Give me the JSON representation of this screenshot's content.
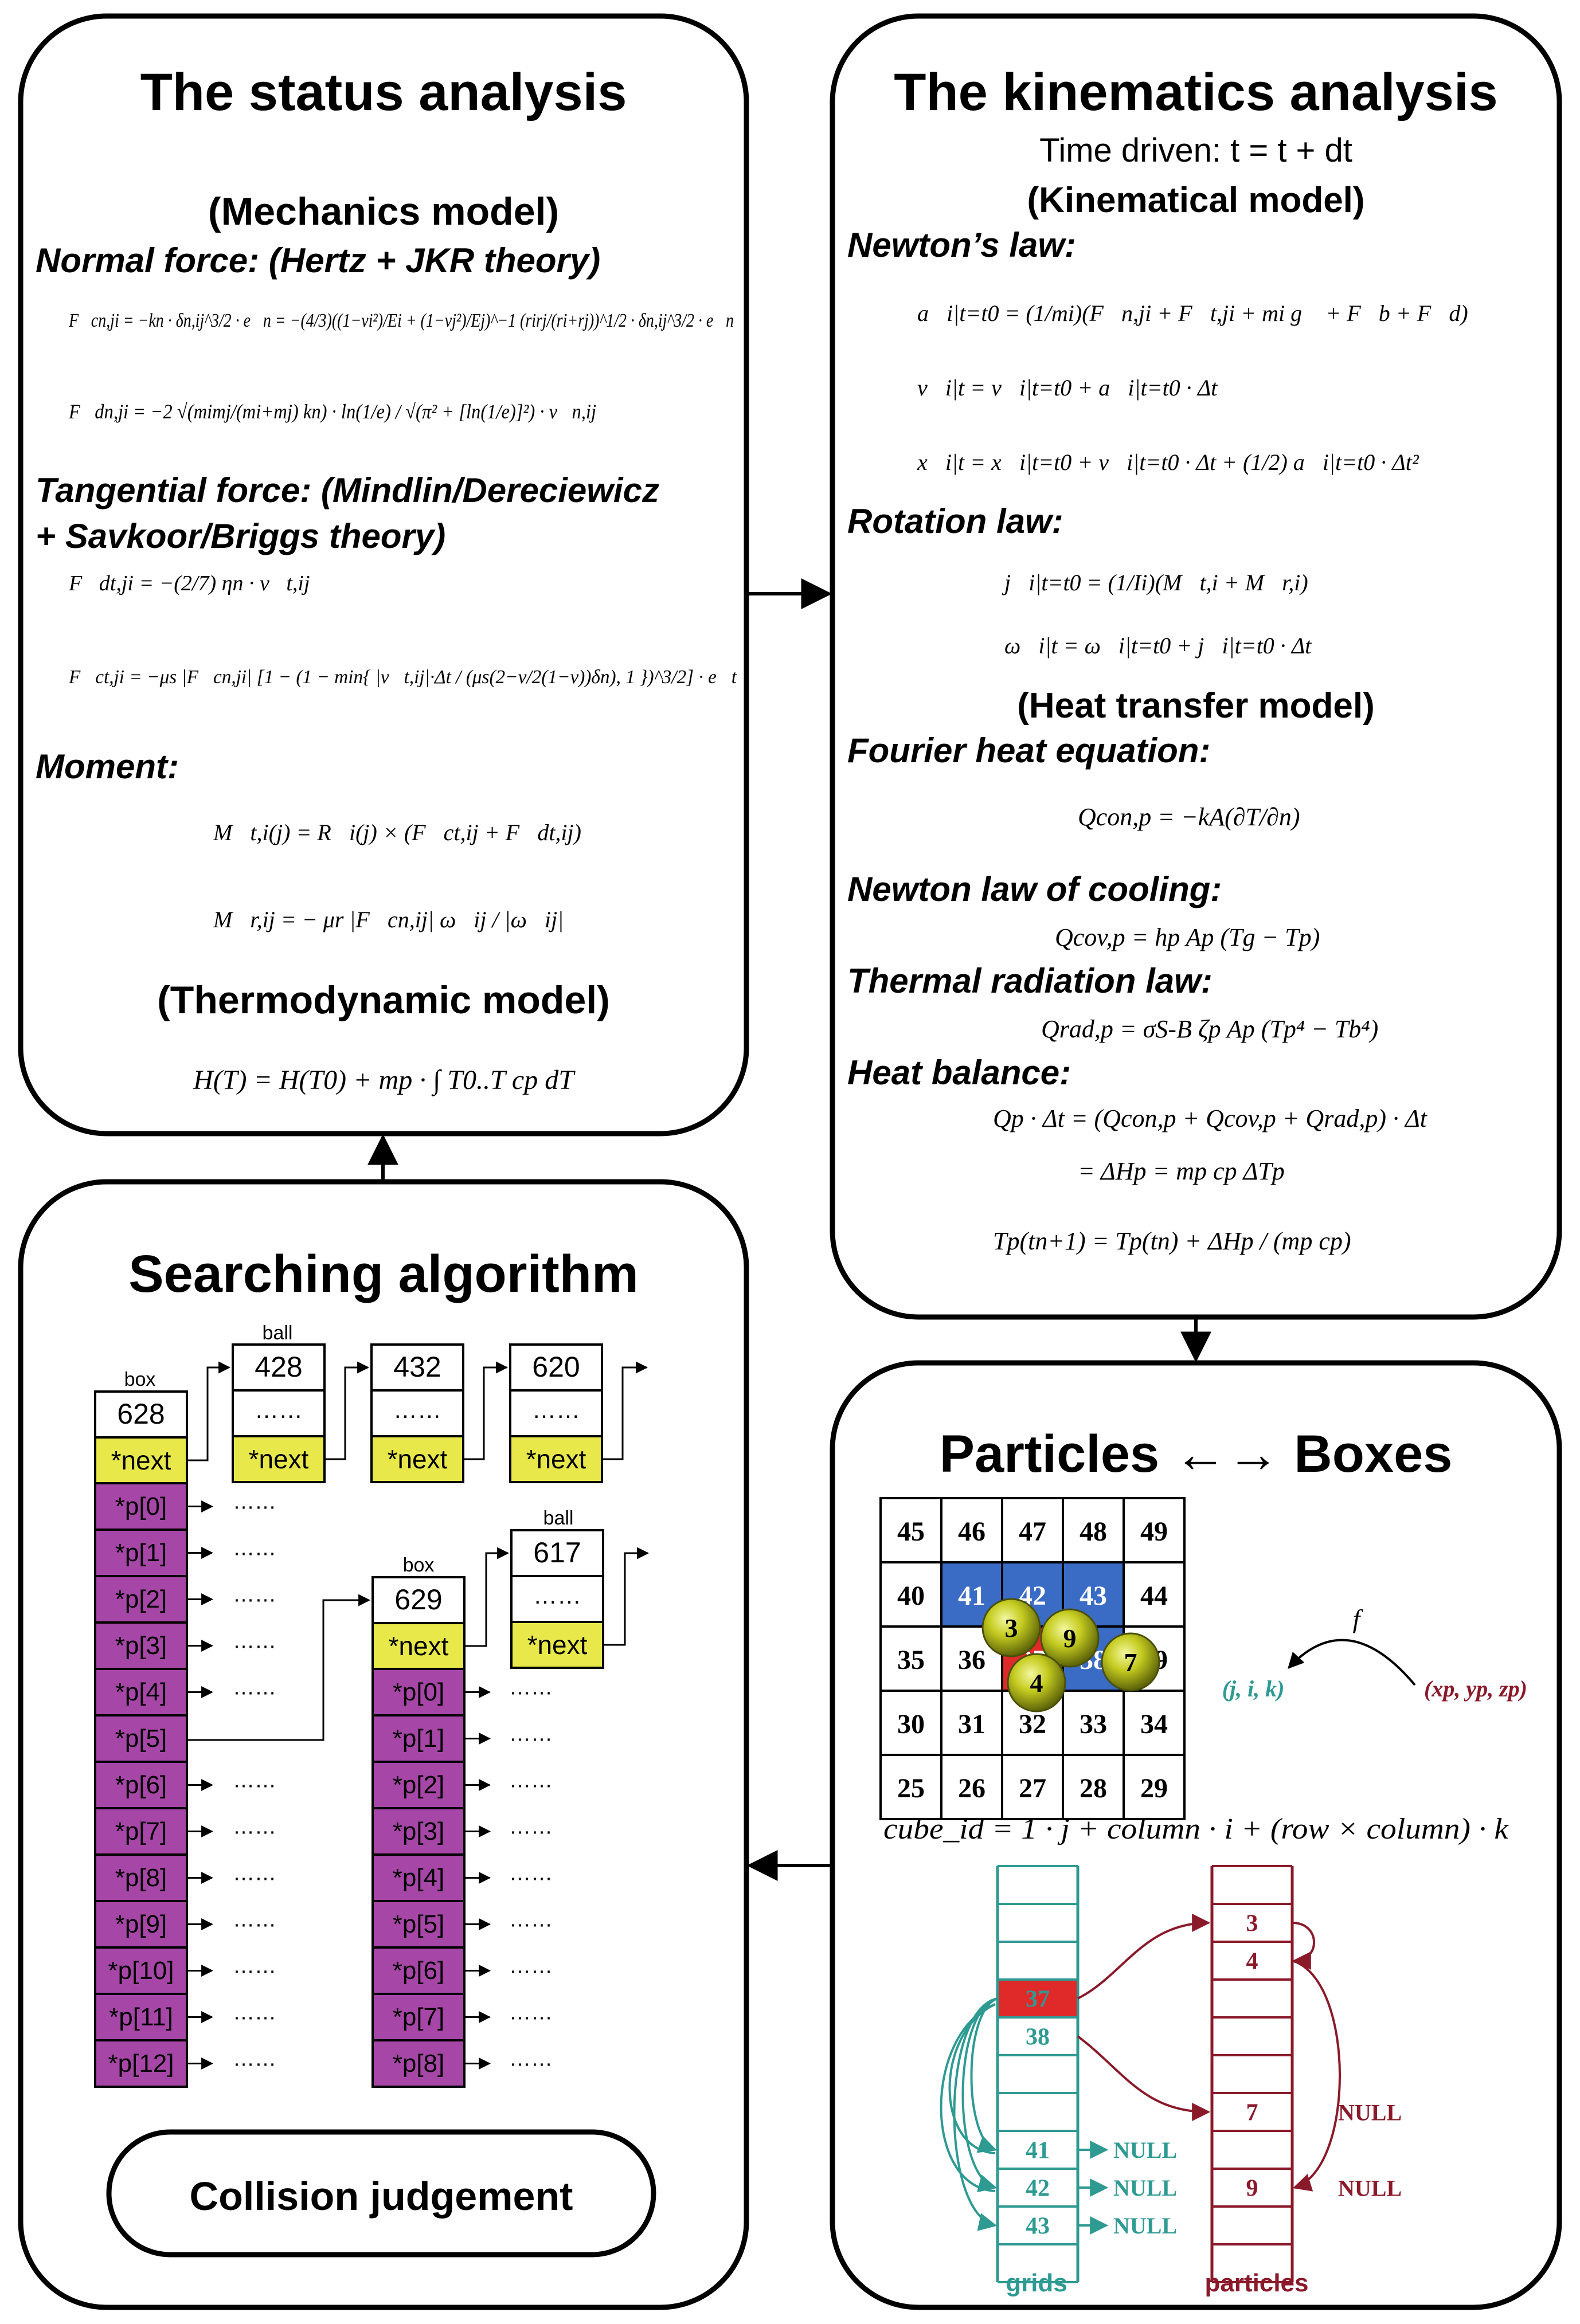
{
  "status": {
    "title": "The status analysis",
    "mechanics_model": "(Mechanics model)",
    "normal_force": "Normal force: (Hertz + JKR theory)",
    "eq_cn": "F⃗cn,ji = −kn · δn,ij^3/2 · e⃗n = −(4/3)((1−νi²)/Ei + (1−νj²)/Ej)^−1 (rirj/(ri+rj))^1/2 · δn,ij^3/2 · e⃗n",
    "eq_dn": "F⃗dn,ji = −2 √(mimj/(mi+mj) kn) · ln(1/e) / √(π² + [ln(1/e)]²) · v⃗n,ij",
    "tangential_force_1": "Tangential force: (Mindlin/Dereciewicz",
    "tangential_force_2": "+ Savkoor/Briggs theory)",
    "eq_dt": "F⃗dt,ji = −(2/7) ηn · v⃗t,ij",
    "eq_ct": "F⃗ct,ji = −μs |F⃗cn,ji| [1 − (1 − min{ |v⃗t,ij|·Δt / (μs(2−ν/2(1−ν))δn), 1 })^3/2] · e⃗t",
    "moment": "Moment:",
    "eq_mt": "M⃗t,i(j) = R⃗i(j) × (F⃗ct,ij + F⃗dt,ij)",
    "eq_mr": "M⃗r,ij = − μr |F⃗cn,ij| ω⃗ij / |ω⃗ij|",
    "thermo_model": "(Thermodynamic model)",
    "eq_h": "H(T) = H(T0) + mp · ∫ T0..T cp dT"
  },
  "kinematics": {
    "title": "The kinematics analysis",
    "time_driven": "Time driven: t = t + dt",
    "kinematical_model": "(Kinematical model)",
    "newtons_law": "Newton’s law:",
    "eq_a": "a⃗i|t=t0 = (1/mi)(F⃗n,ji + F⃗t,ji + mi g⃗ + F⃗b + F⃗d)",
    "eq_v": "v⃗i|t = v⃗i|t=t0 + a⃗i|t=t0 · Δt",
    "eq_x": "x⃗i|t = x⃗i|t=t0 + v⃗i|t=t0 · Δt + (1/2) a⃗i|t=t0 · Δt²",
    "rotation_law": "Rotation law:",
    "eq_j": "j⃗i|t=t0 = (1/Ii)(M⃗t,i + M⃗r,i)",
    "eq_w": "ω⃗i|t = ω⃗i|t=t0 + j⃗i|t=t0 · Δt",
    "heat_model": "(Heat transfer model)",
    "fourier": "Fourier heat equation:",
    "eq_con": "Qcon,p = −kA(∂T/∂n)",
    "newton_cooling": "Newton law of cooling:",
    "eq_cov": "Qcov,p = hp Ap (Tg − Tp)",
    "radiation": "Thermal radiation law:",
    "eq_rad": "Qrad,p = σS-B ζp Ap (Tp⁴ − Tb⁴)",
    "heat_balance": "Heat balance:",
    "eq_hb1": "Qp · Δt = (Qcon,p + Qcov,p + Qrad,p) · Δt",
    "eq_hb2": "= ΔHp = mp cp ΔTp",
    "eq_hb3": "Tp(tn+1) = Tp(tn) + ΔHp / (mp cp)"
  },
  "search": {
    "title": "Searching algorithm",
    "box_label": "box",
    "ball_label": "ball",
    "box1_value": "628",
    "next_label": "*next",
    "ball_values": [
      "428",
      "432",
      "620"
    ],
    "dots": "……",
    "box1_pointers": [
      "*p[0]",
      "*p[1]",
      "*p[2]",
      "*p[3]",
      "*p[4]",
      "*p[5]",
      "*p[6]",
      "*p[7]",
      "*p[8]",
      "*p[9]",
      "*p[10]",
      "*p[11]",
      "*p[12]"
    ],
    "box2_value": "629",
    "ball2_value": "617",
    "box2_pointers": [
      "*p[0]",
      "*p[1]",
      "*p[2]",
      "*p[3]",
      "*p[4]",
      "*p[5]",
      "*p[6]",
      "*p[7]",
      "*p[8]"
    ],
    "collision": "Collision judgement"
  },
  "particles": {
    "title": "Particles ←→ Boxes",
    "grid_rows": [
      [
        "45",
        "46",
        "47",
        "48",
        "49"
      ],
      [
        "40",
        "41",
        "42",
        "43",
        "44"
      ],
      [
        "35",
        "36",
        "37",
        "38",
        "39"
      ],
      [
        "30",
        "31",
        "32",
        "33",
        "34"
      ],
      [
        "25",
        "26",
        "27",
        "28",
        "29"
      ]
    ],
    "highlight_blue": [
      "41",
      "42",
      "43",
      "38"
    ],
    "highlight_red": [
      "37"
    ],
    "balls": [
      "3",
      "9",
      "4",
      "7"
    ],
    "map_f": "f",
    "map_target": "(j, i, k)",
    "map_source": "(xp, yp, zp)",
    "cube_formula": "cube_id = 1 · j + column · i + (row × column) · k",
    "grid_cells": [
      "37",
      "38",
      "41",
      "42",
      "43"
    ],
    "particle_cells": [
      "3",
      "4",
      "7",
      "9"
    ],
    "null_label": "NULL",
    "grids_label": "grids",
    "particles_label": "particles"
  },
  "colors": {
    "next_yellow": "#e8e84a",
    "pointer_purple": "#a646a6",
    "grid_blue": "#3a6cc6",
    "grid_red": "#e02a2a",
    "teal": "#2e9a92",
    "maroon": "#8a1a2a"
  }
}
